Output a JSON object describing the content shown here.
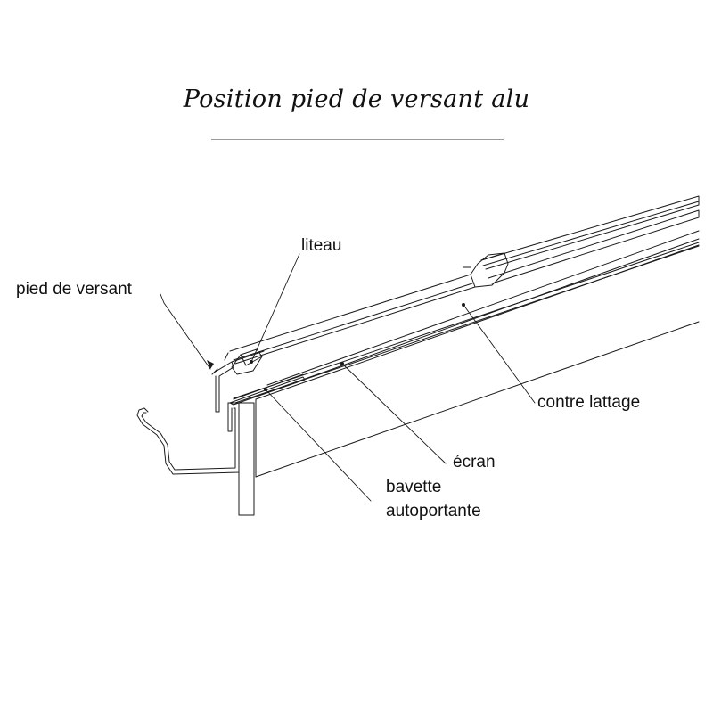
{
  "title": "Position pied de versant alu",
  "labels": {
    "liteau": "liteau",
    "pied_de_versant": "pied de versant",
    "contre_lattage": "contre lattage",
    "ecran": "écran",
    "bavette_line1": "bavette",
    "bavette_line2": "autoportante"
  },
  "colors": {
    "stroke": "#1a1a1a",
    "rule": "#9a9a9a"
  }
}
